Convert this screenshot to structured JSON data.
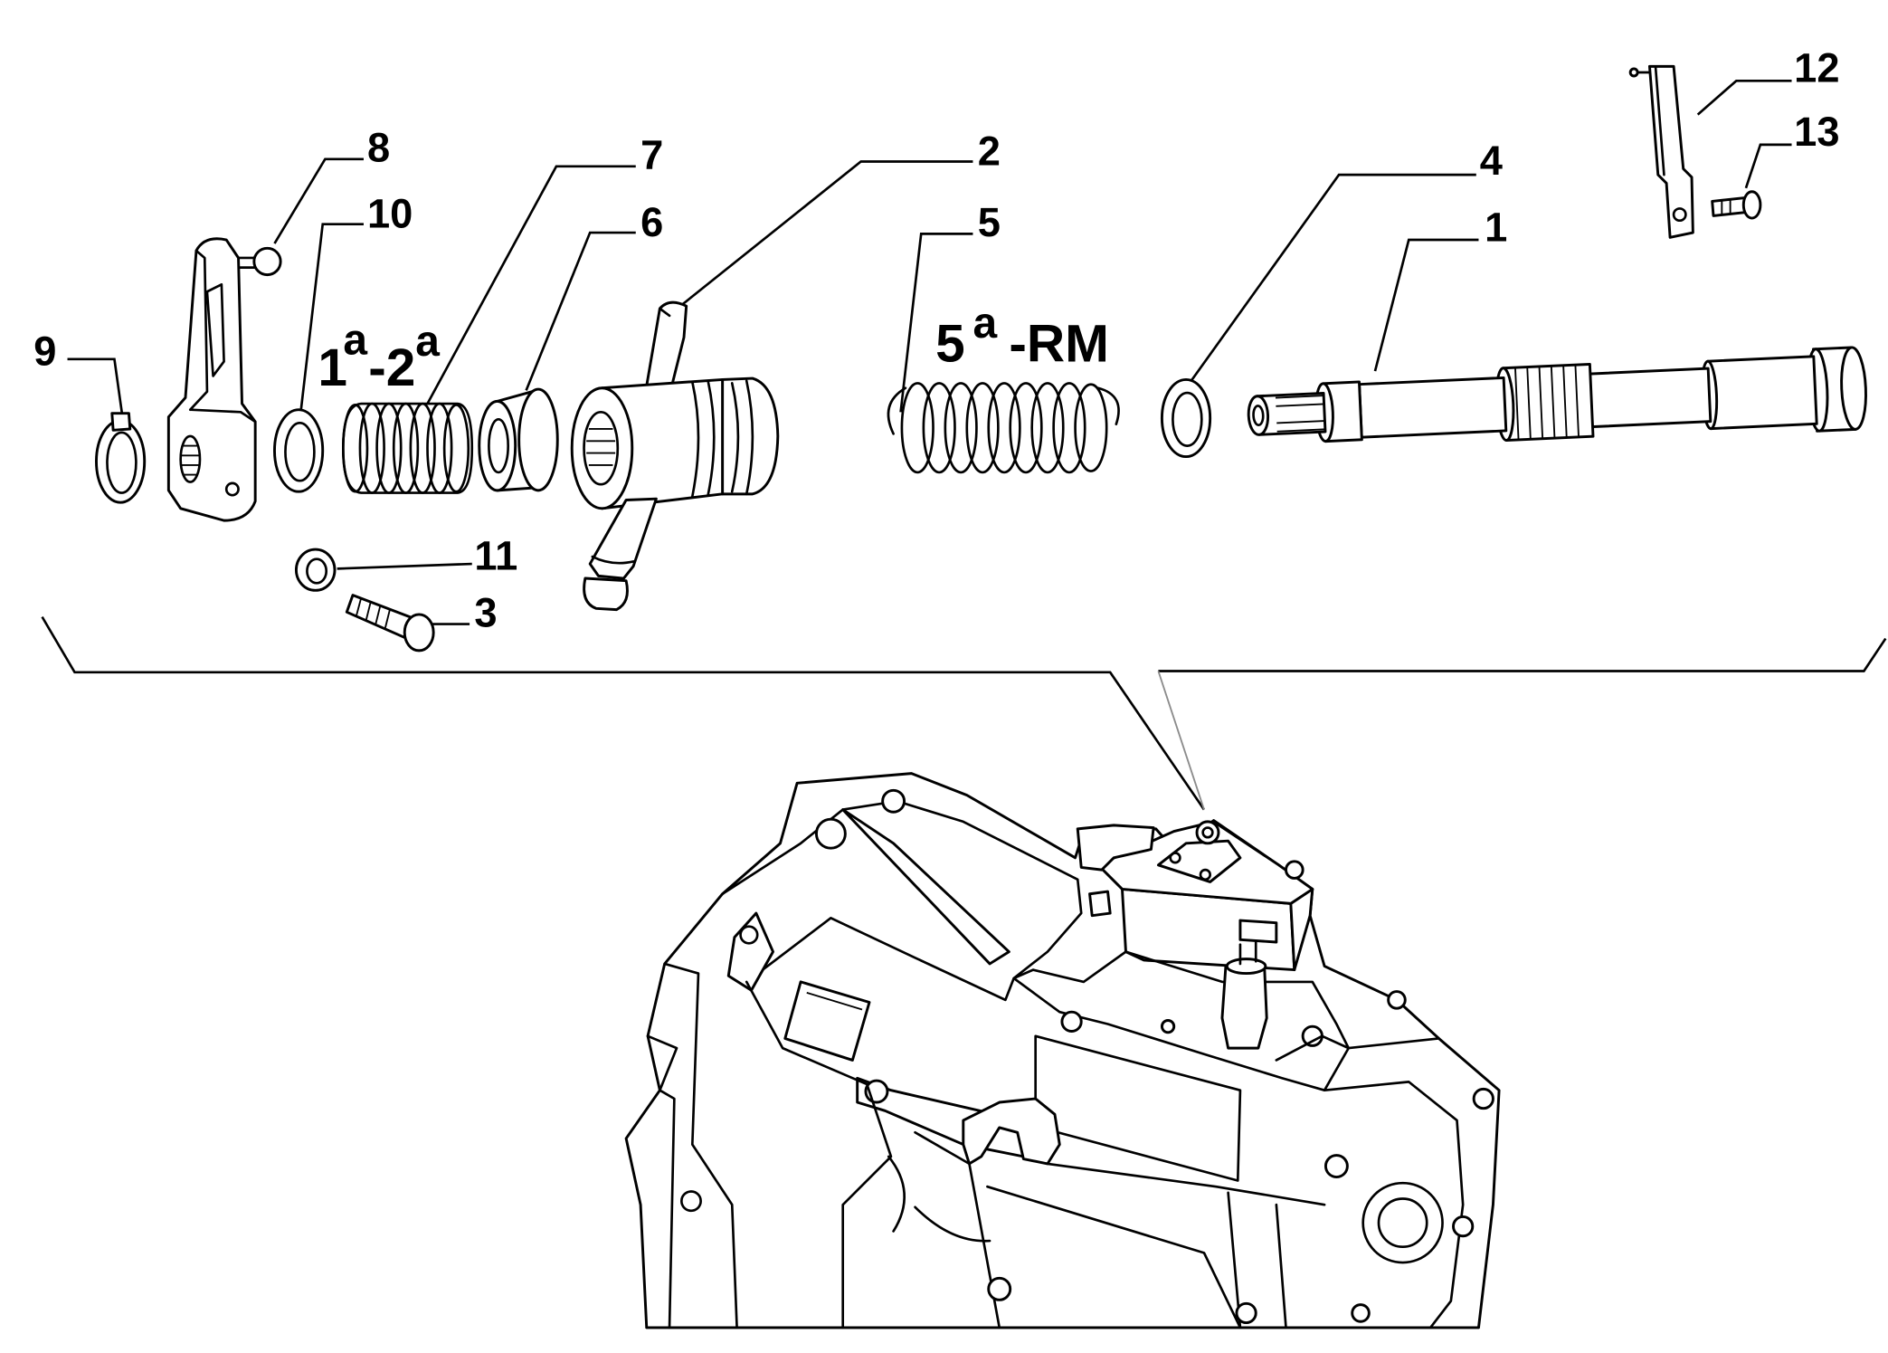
{
  "colors": {
    "background": "#ffffff",
    "line": "#000000",
    "reference_line": "#8c8c8c"
  },
  "callouts": {
    "part_1": "1",
    "part_2": "2",
    "part_3": "3",
    "part_4": "4",
    "part_5": "5",
    "part_6": "6",
    "part_7": "7",
    "part_8": "8",
    "part_9": "9",
    "part_10": "10",
    "part_11": "11",
    "part_12": "12",
    "part_13": "13"
  },
  "gear_labels": {
    "first_second": {
      "gear_a": "1",
      "sup_a": "a",
      "gear_b": "-2",
      "sup_b": "a"
    },
    "fifth_reverse": {
      "gear_a": "5",
      "sup_a": "a",
      "rest": "-RM"
    }
  }
}
